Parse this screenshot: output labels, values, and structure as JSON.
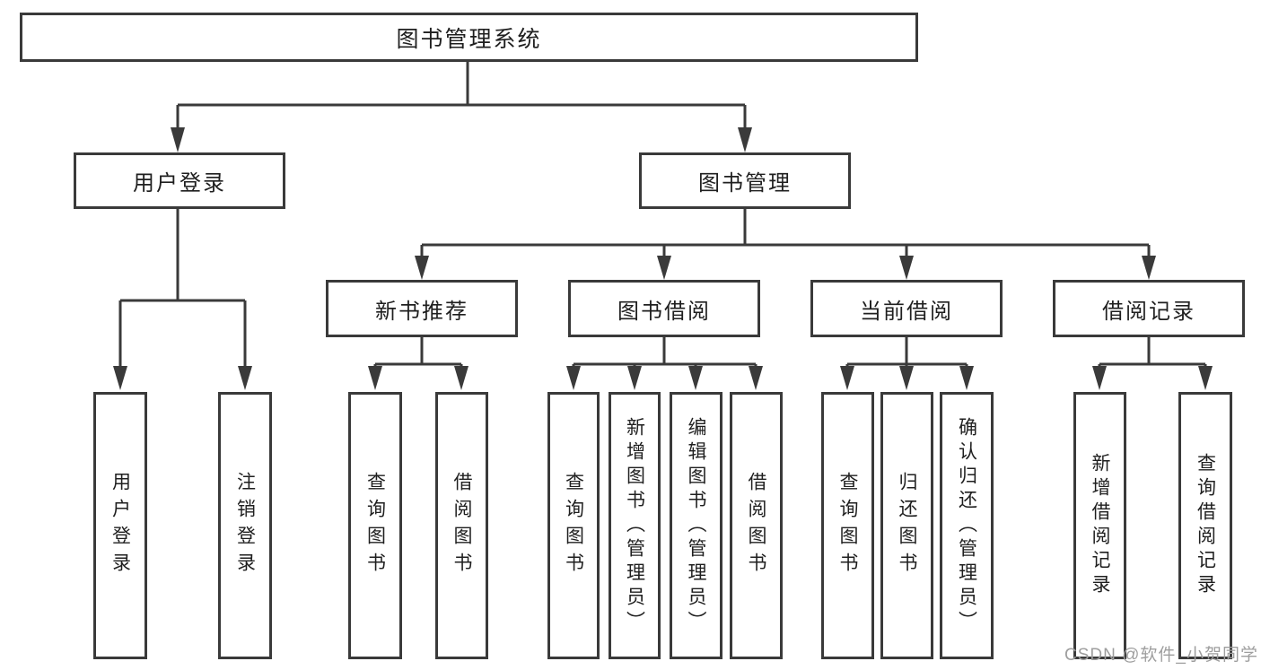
{
  "diagram": {
    "type": "hierarchy-tree",
    "colors": {
      "line": "#3a3a3a",
      "box_border": "#3a3a3a",
      "box_background": "#ffffff",
      "text": "#1f1f1f",
      "watermark_text": "#9e9e9e"
    }
  },
  "nodes": {
    "root": {
      "label": "图书管理系统"
    },
    "l2": [
      {
        "label": "用户登录"
      },
      {
        "label": "图书管理"
      }
    ],
    "l3": [
      {
        "label": "新书推荐"
      },
      {
        "label": "图书借阅"
      },
      {
        "label": "当前借阅"
      },
      {
        "label": "借阅记录"
      }
    ],
    "leaves": {
      "user_login": [
        {
          "label": "用户登录"
        },
        {
          "label": "注销登录"
        }
      ],
      "new_book": [
        {
          "label": "查询图书"
        },
        {
          "label": "借阅图书"
        }
      ],
      "book_borrow": [
        {
          "label": "查询图书"
        },
        {
          "label": "新增图书（管理员）"
        },
        {
          "label": "编辑图书（管理员）"
        },
        {
          "label": "借阅图书"
        }
      ],
      "current_borrow": [
        {
          "label": "查询图书"
        },
        {
          "label": "归还图书"
        },
        {
          "label": "确认归还（管理员）"
        }
      ],
      "borrow_record": [
        {
          "label": "新增借阅记录"
        },
        {
          "label": "查询借阅记录"
        }
      ]
    }
  },
  "watermark": {
    "text": "CSDN @软件_小贺同学"
  }
}
